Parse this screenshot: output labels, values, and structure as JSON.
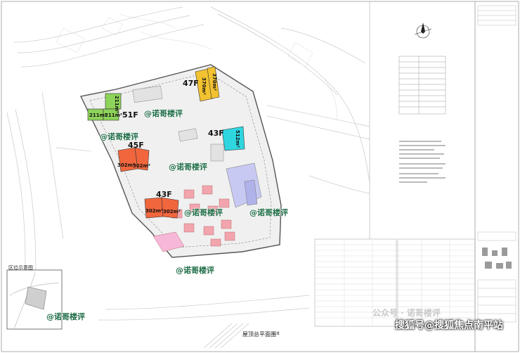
{
  "watermark": "@诺哥楼评",
  "towers": [
    {
      "id": "t51",
      "floors": "51F",
      "units": [
        "211m²",
        "211m²",
        "211m²"
      ],
      "color": "#8ed35a"
    },
    {
      "id": "t47",
      "floors": "47F",
      "units": [
        "370m²",
        "370m²"
      ],
      "color": "#f2c230"
    },
    {
      "id": "t43a",
      "floors": "43F",
      "units": [
        "512m²"
      ],
      "color": "#2fd6e0"
    },
    {
      "id": "t45",
      "floors": "45F",
      "units": [
        "302m²",
        "302m²"
      ],
      "color": "#f2663d"
    },
    {
      "id": "t43b",
      "floors": "43F",
      "units": [
        "302m²",
        "302m²"
      ],
      "color": "#f2663d"
    }
  ],
  "plan_title": "屋顶总平面图",
  "plan_scale": "1:8",
  "location_title": "区位示意图",
  "footer_text": "搜狐号@搜狐焦点南平站",
  "faint_watermark": "公众号 · 诺哥楼评"
}
